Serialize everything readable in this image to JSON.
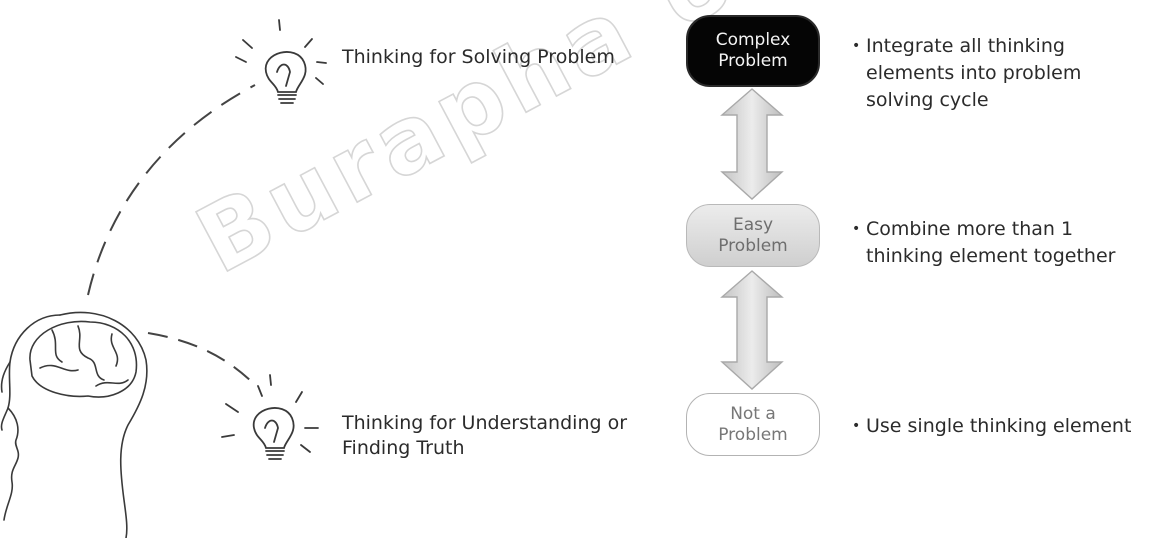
{
  "left_labels": {
    "solving": "Thinking for Solving Problem",
    "understanding_line1": "Thinking for Understanding or",
    "understanding_line2": "Finding Truth"
  },
  "levels": [
    {
      "line1": "Complex",
      "line2": "Problem"
    },
    {
      "line1": "Easy",
      "line2": "Problem"
    },
    {
      "line1": "Not a",
      "line2": "Problem"
    }
  ],
  "descriptions": [
    {
      "lines": [
        "Integrate all thinking",
        "elements into problem",
        "solving cycle"
      ]
    },
    {
      "lines": [
        "Combine more than 1",
        "thinking element together"
      ]
    },
    {
      "lines": [
        "Use single thinking element"
      ]
    }
  ],
  "watermark": {
    "text": "Burapha University"
  },
  "icons": {
    "head": "head-with-brain-sketch-icon",
    "bulb_top": "lightbulb-icon",
    "bulb_bottom": "lightbulb-icon",
    "arrows": "double-headed-arrow-icon"
  },
  "colors": {
    "complex_fill": "#050505",
    "easy_fill": "#dcdcdc",
    "not_fill": "#ffffff",
    "arrow_fill": "#d6d6d6",
    "sketch": "#444444"
  }
}
